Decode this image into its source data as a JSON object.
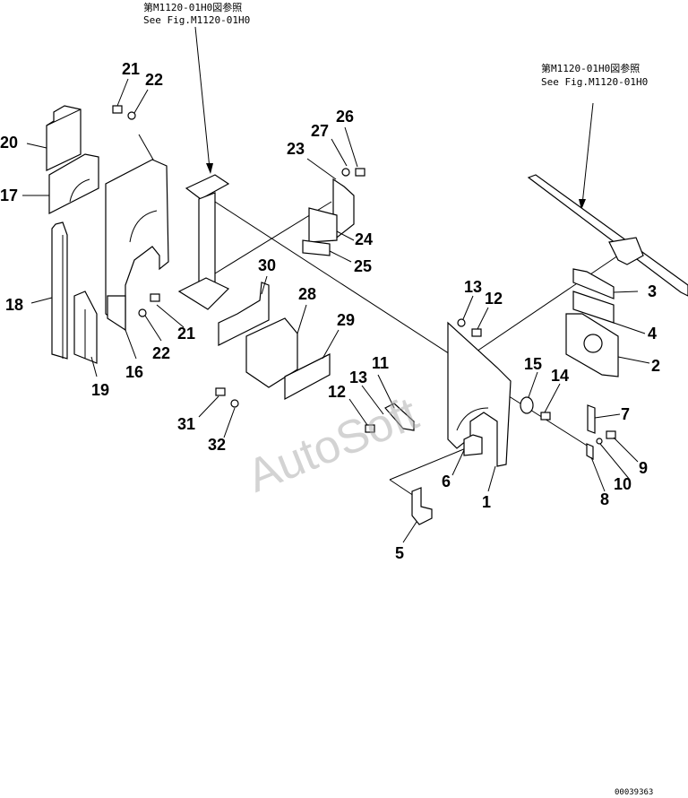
{
  "references": {
    "top_jp": "第M1120-01H0図参照",
    "top_en": "See Fig.M1120-01H0",
    "right_jp": "第M1120-01H0図参照",
    "right_en": "See Fig.M1120-01H0"
  },
  "callouts": {
    "c1": "1",
    "c2": "2",
    "c3": "3",
    "c4": "4",
    "c5": "5",
    "c6": "6",
    "c7": "7",
    "c8": "8",
    "c9": "9",
    "c10": "10",
    "c11": "11",
    "c12a": "12",
    "c12b": "12",
    "c13a": "13",
    "c13b": "13",
    "c14": "14",
    "c15": "15",
    "c16": "16",
    "c17": "17",
    "c18": "18",
    "c19": "19",
    "c20": "20",
    "c21a": "21",
    "c21b": "21",
    "c22a": "22",
    "c22b": "22",
    "c23": "23",
    "c24": "24",
    "c25": "25",
    "c26": "26",
    "c27": "27",
    "c28": "28",
    "c29": "29",
    "c30": "30",
    "c31": "31",
    "c32": "32"
  },
  "watermark": "AutoSoft",
  "doc_id": "00039363"
}
